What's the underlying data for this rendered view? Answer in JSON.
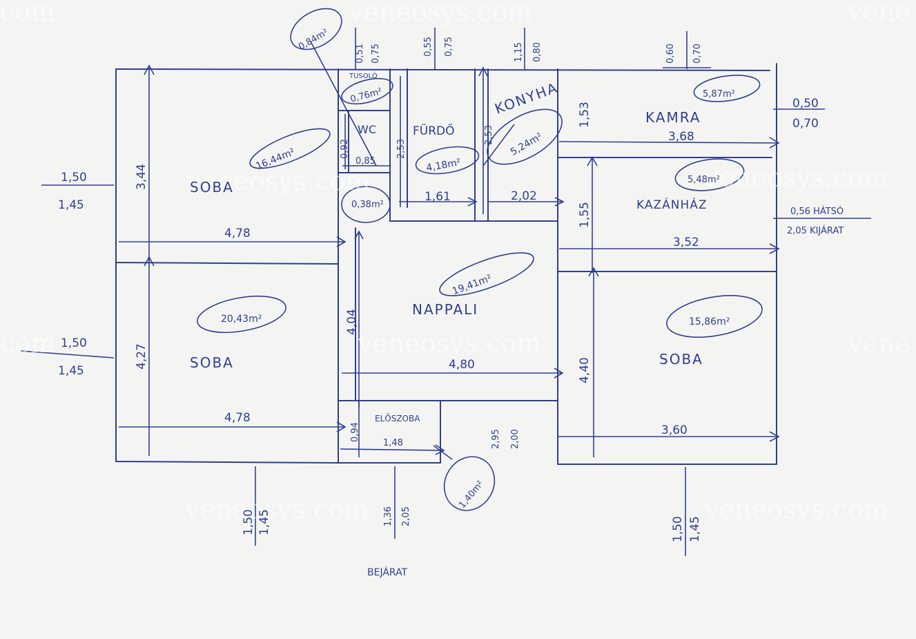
{
  "watermark": "veneosys.com",
  "watermark_fragment_left": "com",
  "watermark_fragment_right": "vene",
  "rooms": {
    "top_left": "SOBA",
    "bottom_left": "SOBA",
    "right": "SOBA",
    "living": "NAPPALI",
    "kitchen": "KONYHA",
    "bathroom": "FÜRDŐ",
    "wc": "WC",
    "shower": "TUSOLÓ",
    "pantry": "KAMRA",
    "boiler": "KAZÁNHÁZ",
    "hall": "ELŐSZOBA"
  },
  "areas": {
    "top_left": "16,44m²",
    "bottom_left": "20,43m²",
    "living": "19,41m²",
    "kitchen": "5,24m²",
    "bathroom": "4,18m²",
    "shower": "0,76m²",
    "shower_top": "0,84m²",
    "wc": "0,38m²",
    "pantry": "5,87m²",
    "boiler": "5,48m²",
    "right": "15,86m²",
    "hall": "1,40m²"
  },
  "dimensions": {
    "w_top_left": "4,78",
    "w_bottom_left": "4,78",
    "w_living": "4,80",
    "w_pantry": "3,68",
    "w_boiler": "3,52",
    "w_right": "3,60",
    "w_bath": "1,61",
    "w_kitchen": "2,02",
    "w_wc": "0,85",
    "w_hall": "1,48",
    "h_top_left": "3,44",
    "h_bottom_left": "4,27",
    "h_living": "4,04",
    "h_right": "4,40",
    "h_boiler": "1,55",
    "h_pantry": "1,53",
    "h_bath": "2,53",
    "h_kitchen": "2,53",
    "h_wc": "0,92",
    "h_hall": "0,94"
  },
  "windows": {
    "left_top": [
      "1,50",
      "1,45"
    ],
    "left_bottom": [
      "1,50",
      "1,45"
    ],
    "bottom_left": [
      "1,50",
      "1,45"
    ],
    "bottom_mid": [
      "1,36",
      "2,05"
    ],
    "bottom_right": [
      "1,50",
      "1,45"
    ],
    "right_top": [
      "0,50",
      "0,70"
    ],
    "right_mid": [
      "0,56 HÁTSÓ",
      "2,05 KIJÁRAT"
    ],
    "top_shower": [
      "0,51",
      "0,75"
    ],
    "top_bath": [
      "0,55",
      "0,75"
    ],
    "top_kitchen": [
      "1,15",
      "0,80"
    ],
    "top_pantry": [
      "0,60",
      "0,70"
    ],
    "door_hall": [
      "2,95",
      "2,00"
    ]
  },
  "entrance": "BEJÁRAT"
}
